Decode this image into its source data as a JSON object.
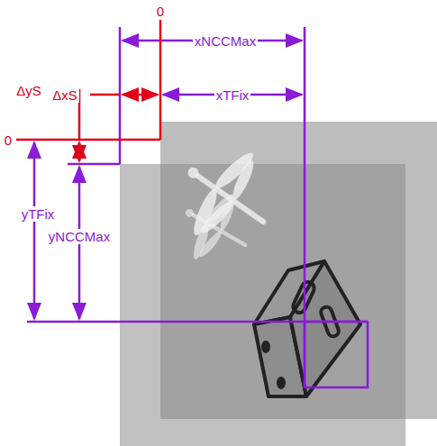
{
  "diagram": {
    "labels": [
      "0",
      "xNCCMax",
      "ΔxS",
      "xTFix",
      "ΔyS",
      "0",
      "yTFix",
      "yNCCMax"
    ]
  }
}
